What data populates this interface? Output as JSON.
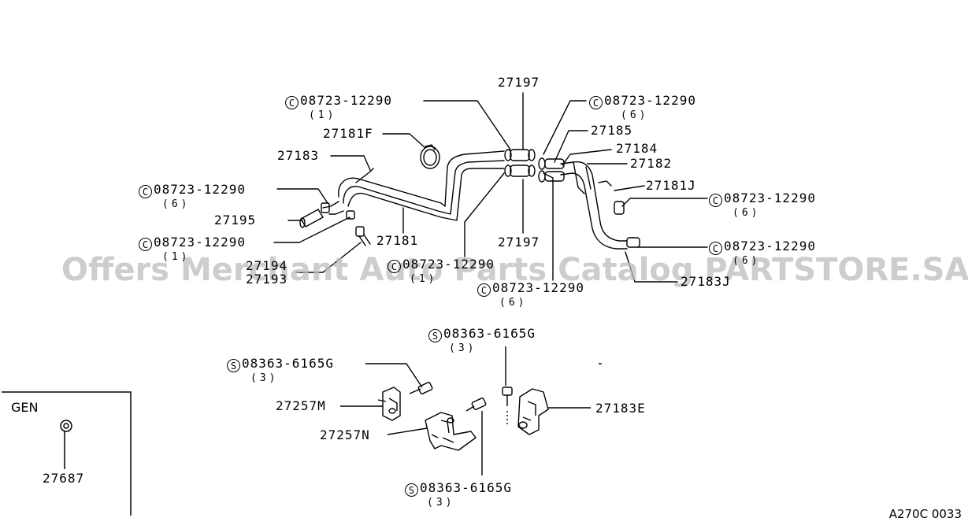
{
  "figure_code": "A270C 0033",
  "watermark": "Offers Merchant Auto Parts Catalog PARTSTORE.SA",
  "inset": {
    "label": "GEN",
    "part": "27687"
  },
  "symbols": {
    "c": "C",
    "s": "S"
  },
  "parts": {
    "p27197_top": "27197",
    "p27197_bottom": "27197",
    "p27185": "27185",
    "p27184": "27184",
    "p27182": "27182",
    "p27181J": "27181J",
    "p27181F": "27181F",
    "p27183": "27183",
    "p27195": "27195",
    "p27181": "27181",
    "p27194": "27194",
    "p27193": "27193",
    "p27183J": "27183J",
    "p27257M": "27257M",
    "p27257N": "27257N",
    "p27183E": "27183E"
  },
  "clamps": [
    {
      "number": "08723-12290",
      "qty": "(1)"
    },
    {
      "number": "08723-12290",
      "qty": "(6)"
    },
    {
      "number": "08723-12290",
      "qty": "(6)"
    },
    {
      "number": "08723-12290",
      "qty": "(1)"
    },
    {
      "number": "08723-12290",
      "qty": "(1)"
    },
    {
      "number": "08723-12290",
      "qty": "(6)"
    },
    {
      "number": "08723-12290",
      "qty": "(6)"
    },
    {
      "number": "08723-12290",
      "qty": "(6)"
    }
  ],
  "bolts": [
    {
      "number": "08363-6165G",
      "qty": "(3)"
    },
    {
      "number": "08363-6165G",
      "qty": "(3)"
    },
    {
      "number": "08363-6165G",
      "qty": "(3)"
    }
  ]
}
